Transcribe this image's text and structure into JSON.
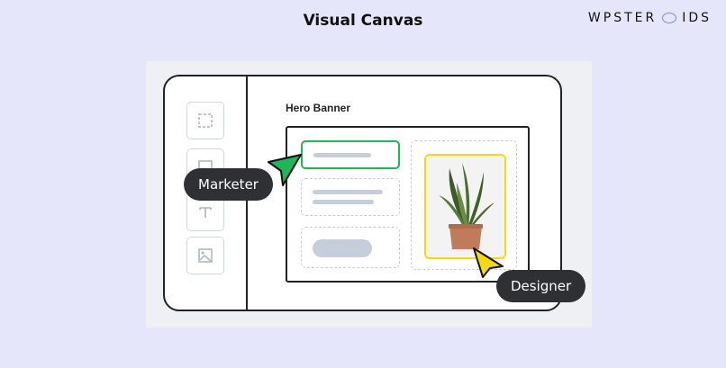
{
  "header": {
    "title": "Visual Canvas"
  },
  "brand": {
    "before": "WPSTER",
    "after": "IDS"
  },
  "canvas": {
    "section_label": "Hero Banner",
    "tools": [
      {
        "icon": "selection-frame-icon"
      },
      {
        "icon": "square-icon"
      },
      {
        "icon": "text-icon"
      },
      {
        "icon": "image-icon"
      }
    ],
    "image_alt": "potted-plant-image"
  },
  "collaborators": {
    "marketer": {
      "label": "Marketer",
      "cursor_color": "#1db65a"
    },
    "designer": {
      "label": "Designer",
      "cursor_color": "#f5d90a"
    }
  },
  "colors": {
    "background": "#e6e6fa",
    "active_outline": "#1db65a",
    "image_outline": "#f5d90a",
    "tag_background": "#2f3033"
  }
}
